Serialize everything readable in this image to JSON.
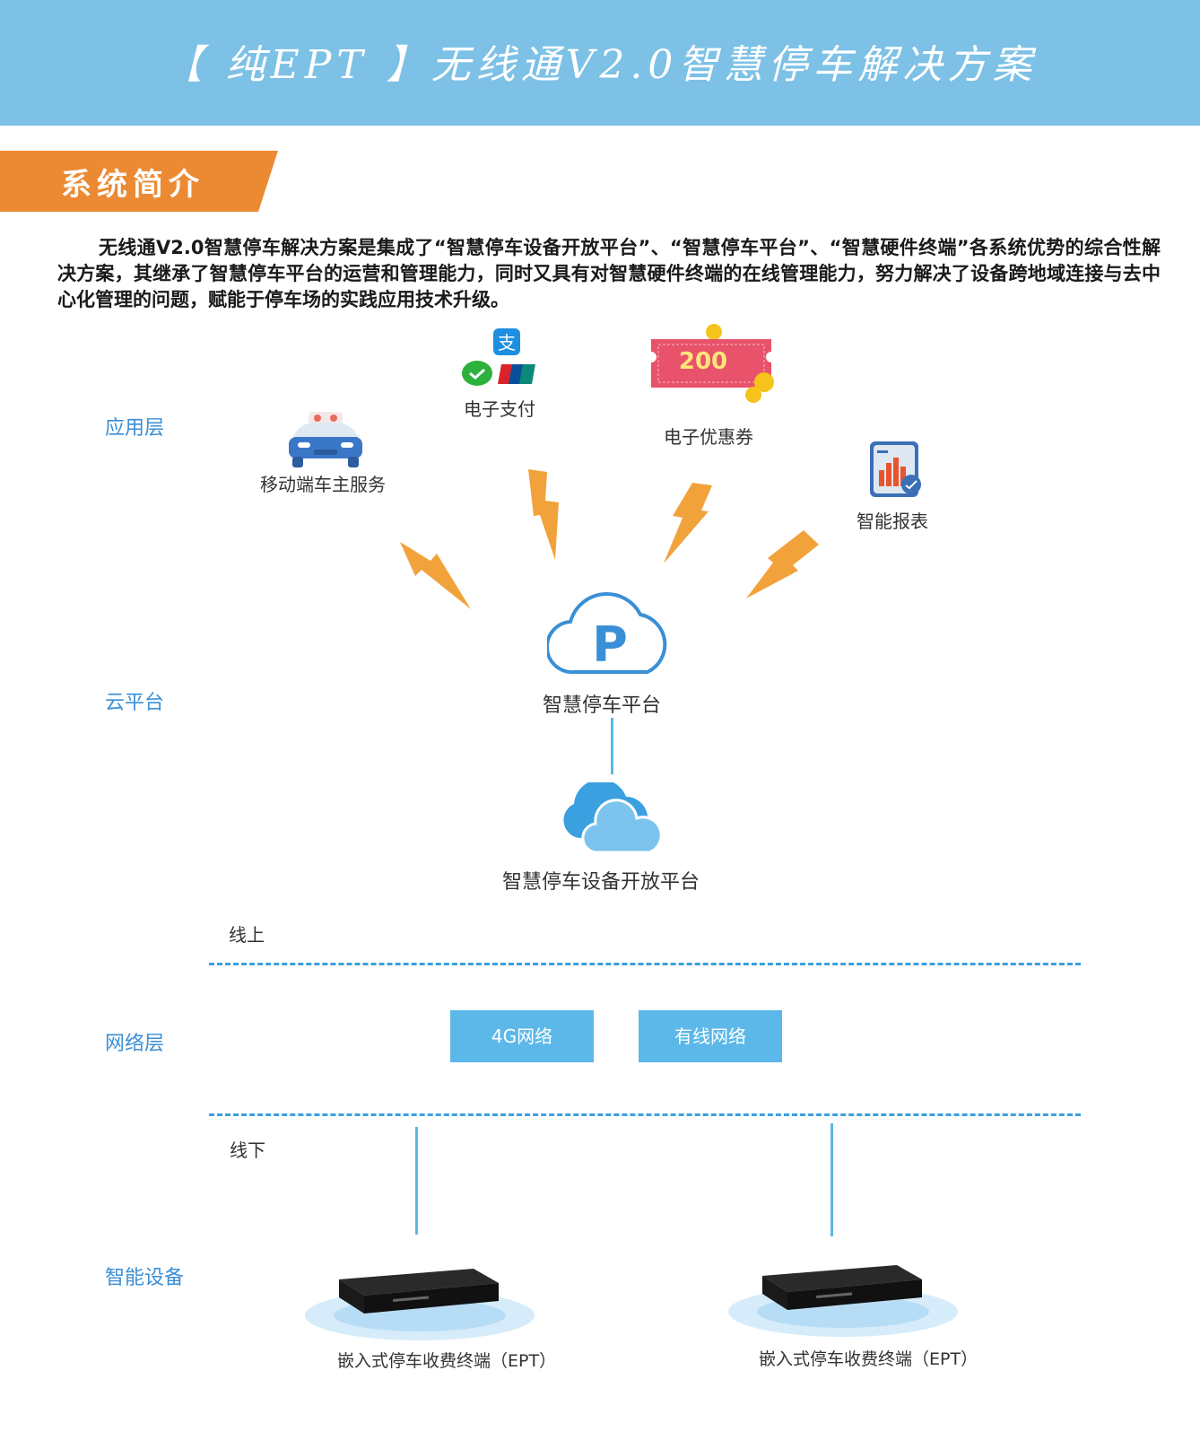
{
  "banner": {
    "title": "【 纯EPT 】无线通V2.0智慧停车解决方案"
  },
  "section": {
    "title": "系统简介"
  },
  "intro": "无线通V2.0智慧停车解决方案是集成了“智慧停车设备开放平台”、“智慧停车平台”、“智慧硬件终端”各系统优势的综合性解决方案，其继承了智慧停车平台的运营和管理能力，同时又具有对智慧硬件终端的在线管理能力，努力解决了设备跨地域连接与去中心化管理的问题，赋能于停车场的实践应用技术升级。",
  "layers": {
    "app": "应用层",
    "cloud": "云平台",
    "network": "网络层",
    "device": "智能设备"
  },
  "app_nodes": {
    "mobile": "移动端车主服务",
    "payment": "电子支付",
    "coupon": "电子优惠券",
    "report": "智能报表"
  },
  "coupon_amount": "200",
  "cloud_nodes": {
    "parking_platform": "智慧停车平台",
    "parking_letter": "P",
    "open_platform": "智慧停车设备开放平台"
  },
  "boundary": {
    "online": "线上",
    "offline": "线下"
  },
  "network_nodes": {
    "g4": "4G网络",
    "wired": "有线网络"
  },
  "devices": {
    "left": "嵌入式停车收费终端（EPT）",
    "right": "嵌入式停车收费终端（EPT）"
  },
  "colors": {
    "banner": "#7dc1e6",
    "section_tab": "#ec8a33",
    "accent_blue": "#3a8fd6",
    "lightning": "#f2a23a"
  },
  "icons": {
    "mobile": "car-icon",
    "payment": "payment-icons",
    "coupon": "coupon-icon",
    "report": "report-icon",
    "parking_platform": "cloud-p-icon",
    "open_platform": "cloud-icon",
    "device": "terminal-box-icon"
  }
}
